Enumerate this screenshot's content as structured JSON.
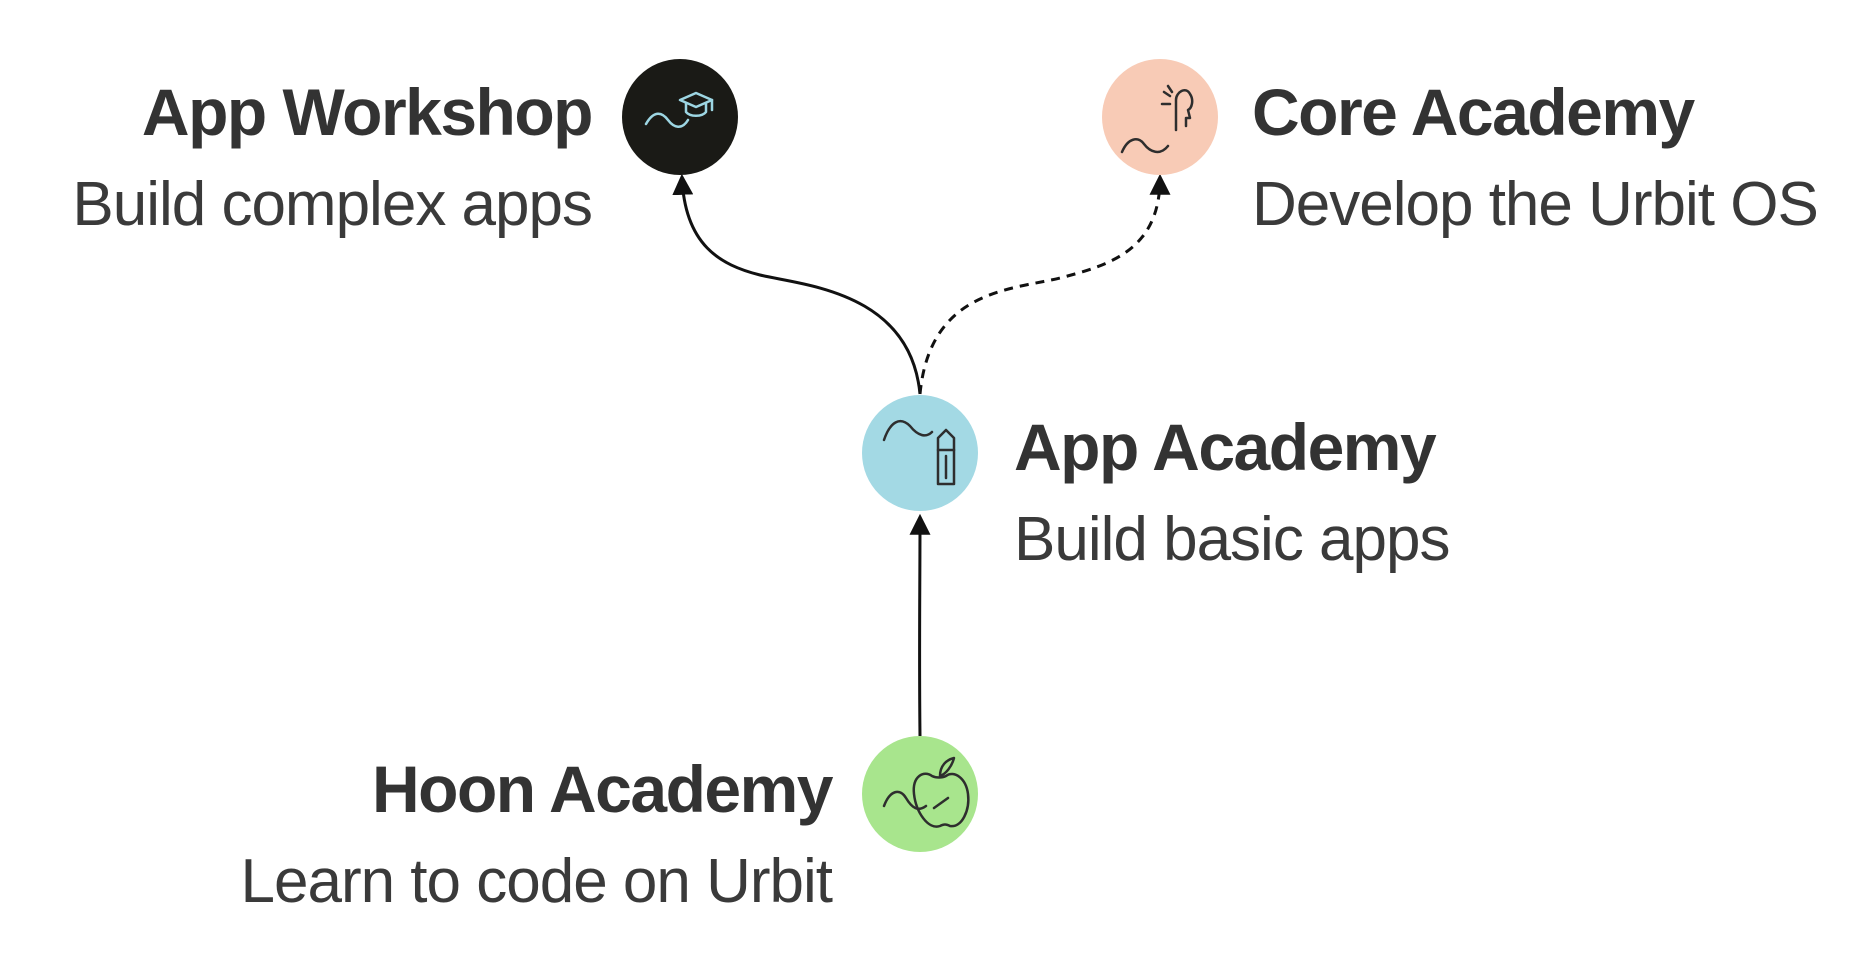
{
  "nodes": [
    {
      "id": "app-workshop",
      "title": "App Workshop",
      "subtitle": "Build complex apps",
      "circle_color": "#1a1a16",
      "icon": "graduation-cap-wave-icon",
      "icon_color": "#9dd6e3"
    },
    {
      "id": "core-academy",
      "title": "Core Academy",
      "subtitle": "Develop the Urbit OS",
      "circle_color": "#f8cbb6",
      "icon": "thinking-head-wave-icon",
      "icon_color": "#2e2e2e"
    },
    {
      "id": "app-academy",
      "title": "App Academy",
      "subtitle": "Build basic apps",
      "circle_color": "#a3d9e4",
      "icon": "pencil-wave-icon",
      "icon_color": "#2e2e2e"
    },
    {
      "id": "hoon-academy",
      "title": "Hoon Academy",
      "subtitle": "Learn to code on Urbit",
      "circle_color": "#a8e58d",
      "icon": "apple-wave-icon",
      "icon_color": "#2e2e2e"
    }
  ],
  "edges": [
    {
      "from": "hoon-academy",
      "to": "app-academy",
      "style": "solid"
    },
    {
      "from": "app-academy",
      "to": "app-workshop",
      "style": "solid"
    },
    {
      "from": "app-academy",
      "to": "core-academy",
      "style": "dashed"
    }
  ],
  "colors": {
    "text_title": "#333333",
    "text_subtitle": "#3a3a3a",
    "edge": "#111111",
    "background": "#ffffff"
  }
}
